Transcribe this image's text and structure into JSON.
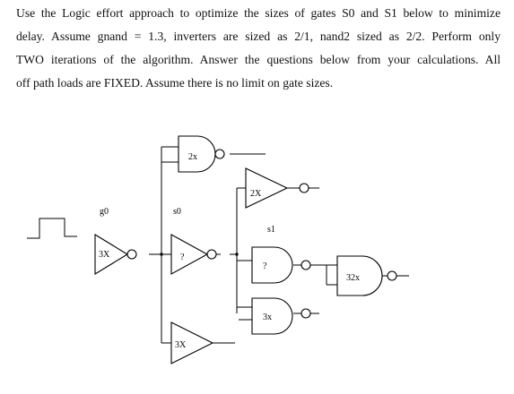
{
  "problem": {
    "lines": [
      "Use the Logic effort approach to optimize the sizes of gates S0 and S1 below to minimize",
      "delay. Assume gnand = 1.3, inverters are sized as 2/1, nand2 sized as 2/2. Perform only",
      "TWO iterations of the algorithm. Answer the questions below from your calculations. All",
      "off path loads are FIXED. Assume there is no limit on gate sizes."
    ]
  },
  "circuit": {
    "node_labels": {
      "g0": "g0",
      "s0": "s0",
      "s1": "s1"
    },
    "gate_labels": {
      "first_inverter": "3X",
      "s0_inverter": "?",
      "top_nand": "2x",
      "upper_inverter": "2X",
      "middle_nand": "?",
      "lower_nand": "3x",
      "bottom_inverter": "3X",
      "output_nand": "32x"
    }
  }
}
